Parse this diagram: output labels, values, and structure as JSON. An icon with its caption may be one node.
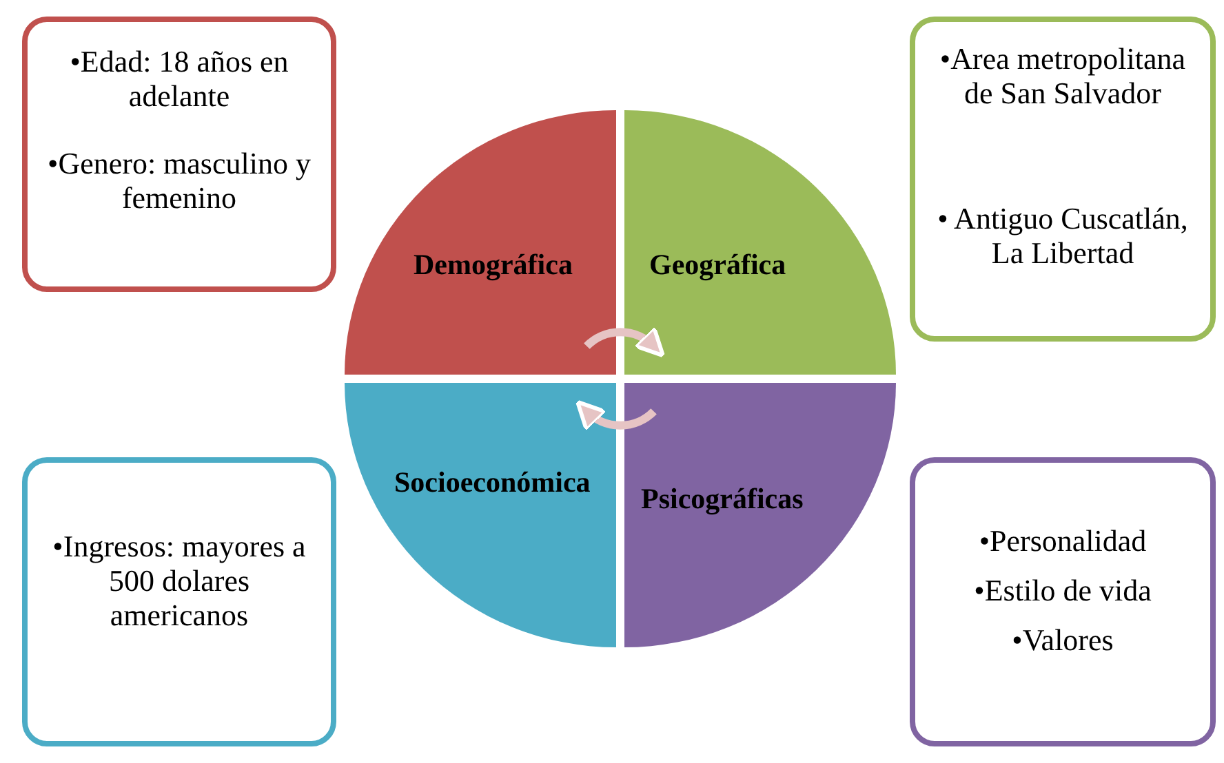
{
  "diagram": {
    "nodes": [
      {
        "text": [
          "•Edad: 18 años en adelante",
          "•Genero: masculino y femenino"
        ]
      },
      {
        "text": [
          "Demográfica"
        ]
      },
      {
        "text": [
          "Geográfica"
        ]
      },
      {
        "text": [
          "•Area metropolitana de San Salvador",
          "• Antiguo Cuscatlán, La Libertad"
        ]
      },
      {
        "text": [
          "Socioeconómica"
        ]
      },
      {
        "text": [
          "Psicográficas"
        ]
      },
      {
        "text": [
          "•Ingresos: mayores a 500 dolares americanos"
        ]
      },
      {
        "text": [
          "•Personalidad",
          "•Estilo de vida",
          "•Valores"
        ]
      }
    ],
    "edges": [
      {
        "from": 1,
        "to": 2,
        "arrow": "to"
      },
      {
        "from": 5,
        "to": 4,
        "arrow": "to"
      }
    ]
  }
}
